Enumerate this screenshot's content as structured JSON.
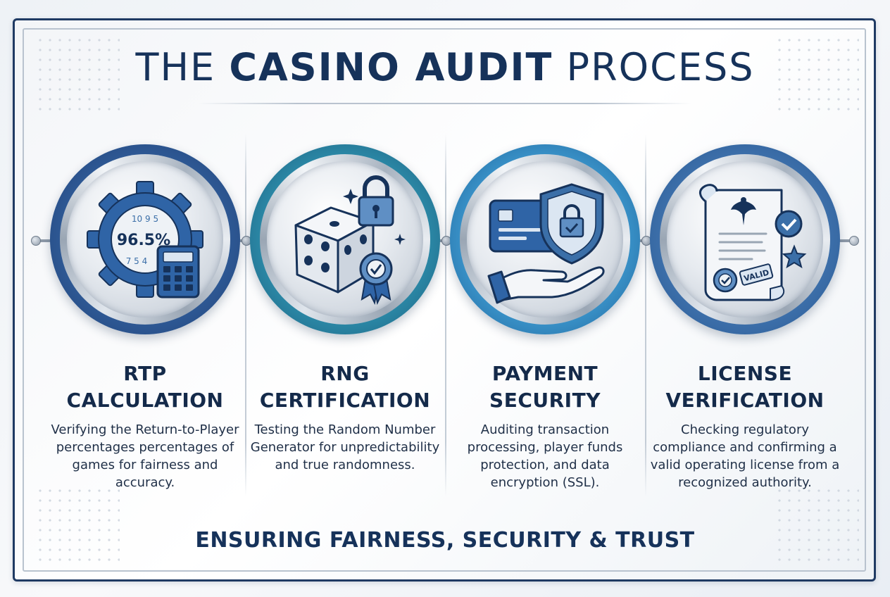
{
  "title": {
    "regular_1": "THE ",
    "bold": "CASINO AUDIT",
    "regular_2": " PROCESS"
  },
  "steps": [
    {
      "title_line1": "RTP",
      "title_line2": "CALCULATION",
      "description": "Verifying the Return-to-Player percentages percentages of games for fairness and accuracy.",
      "icon": "gear-calculator-icon",
      "icon_text": {
        "percentage": "96.5%",
        "digits_top": "10 9 5",
        "digits_bottom": "7 5 4"
      },
      "ring_color": "#1e3f75"
    },
    {
      "title_line1": "RNG",
      "title_line2": "CERTIFICATION",
      "description": "Testing the Random Number Generator for unpredictability and true randomness.",
      "icon": "dice-lock-icon",
      "ring_color": "#1f6a8a"
    },
    {
      "title_line1": "PAYMENT",
      "title_line2": "SECURITY",
      "description": "Auditing transaction processing, player funds protection, and data encryption (SSL).",
      "icon": "card-shield-hand-icon",
      "ring_color": "#1d5f96"
    },
    {
      "title_line1": "LICENSE",
      "title_line2": "VERIFICATION",
      "description": "Checking regulatory compliance and confirming a valid operating license from a recognized authority.",
      "icon": "license-certificate-icon",
      "icon_text": {
        "stamp": "VALID"
      },
      "ring_color": "#27568f"
    }
  ],
  "footer": "ENSURING FAIRNESS, SECURITY & TRUST",
  "colors": {
    "navy": "#16325a",
    "steel_blue": "#3b6fa8",
    "light_blue": "#5f8fc4",
    "silver": "#bcc5d0"
  }
}
